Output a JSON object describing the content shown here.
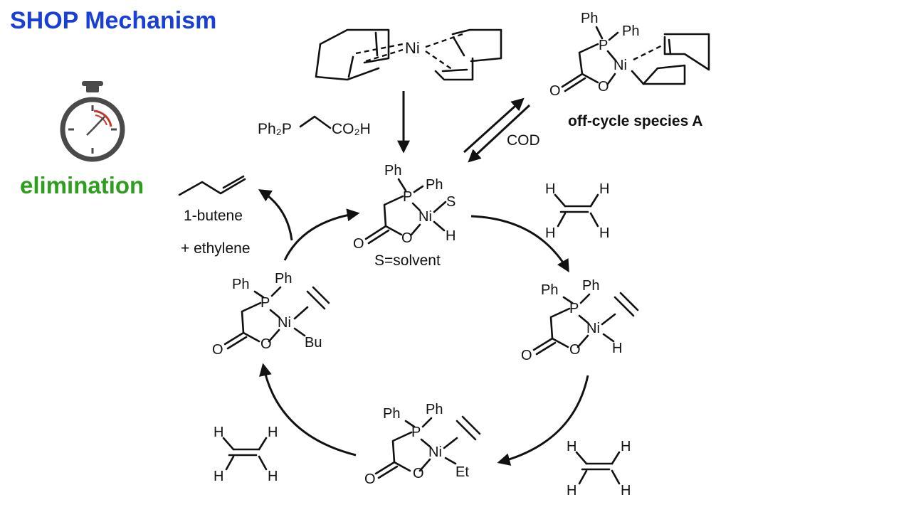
{
  "title": "SHOP Mechanism",
  "colors": {
    "title": "#1a3fd6",
    "step": "#2e9e1f",
    "ink": "#111111",
    "stopwatch": "#4a4a4a",
    "stopwatch_accent": "#c0392b"
  },
  "step_label": "elimination",
  "icons": {
    "stopwatch": "stopwatch-icon"
  },
  "precatalyst": {
    "metal": "Ni"
  },
  "ligand_reagent": {
    "ph2p": "Ph₂P",
    "co2h": "CO₂H"
  },
  "equilibrium_label": "COD",
  "off_cycle": {
    "label": "off-cycle species A",
    "ph1": "Ph",
    "ph2": "Ph",
    "p": "P",
    "ni": "Ni",
    "o": "O",
    "o_carbonyl": "O"
  },
  "catalyst": {
    "ph1": "Ph",
    "ph2": "Ph",
    "p": "P",
    "ni": "Ni",
    "s": "S",
    "h": "H",
    "o": "O",
    "o_carbonyl": "O",
    "note": "S=solvent"
  },
  "complex_right": {
    "ph1": "Ph",
    "ph2": "Ph",
    "p": "P",
    "ni": "Ni",
    "h": "H",
    "o": "O",
    "o_carbonyl": "O"
  },
  "complex_bottom": {
    "ph1": "Ph",
    "ph2": "Ph",
    "p": "P",
    "ni": "Ni",
    "r": "Et",
    "o": "O",
    "o_carbonyl": "O"
  },
  "complex_left": {
    "ph1": "Ph",
    "ph2": "Ph",
    "p": "P",
    "ni": "Ni",
    "r": "Bu",
    "o": "O",
    "o_carbonyl": "O"
  },
  "ethylene": {
    "h": "H"
  },
  "products": {
    "line1": "1-butene",
    "line2": "+ ethylene"
  }
}
